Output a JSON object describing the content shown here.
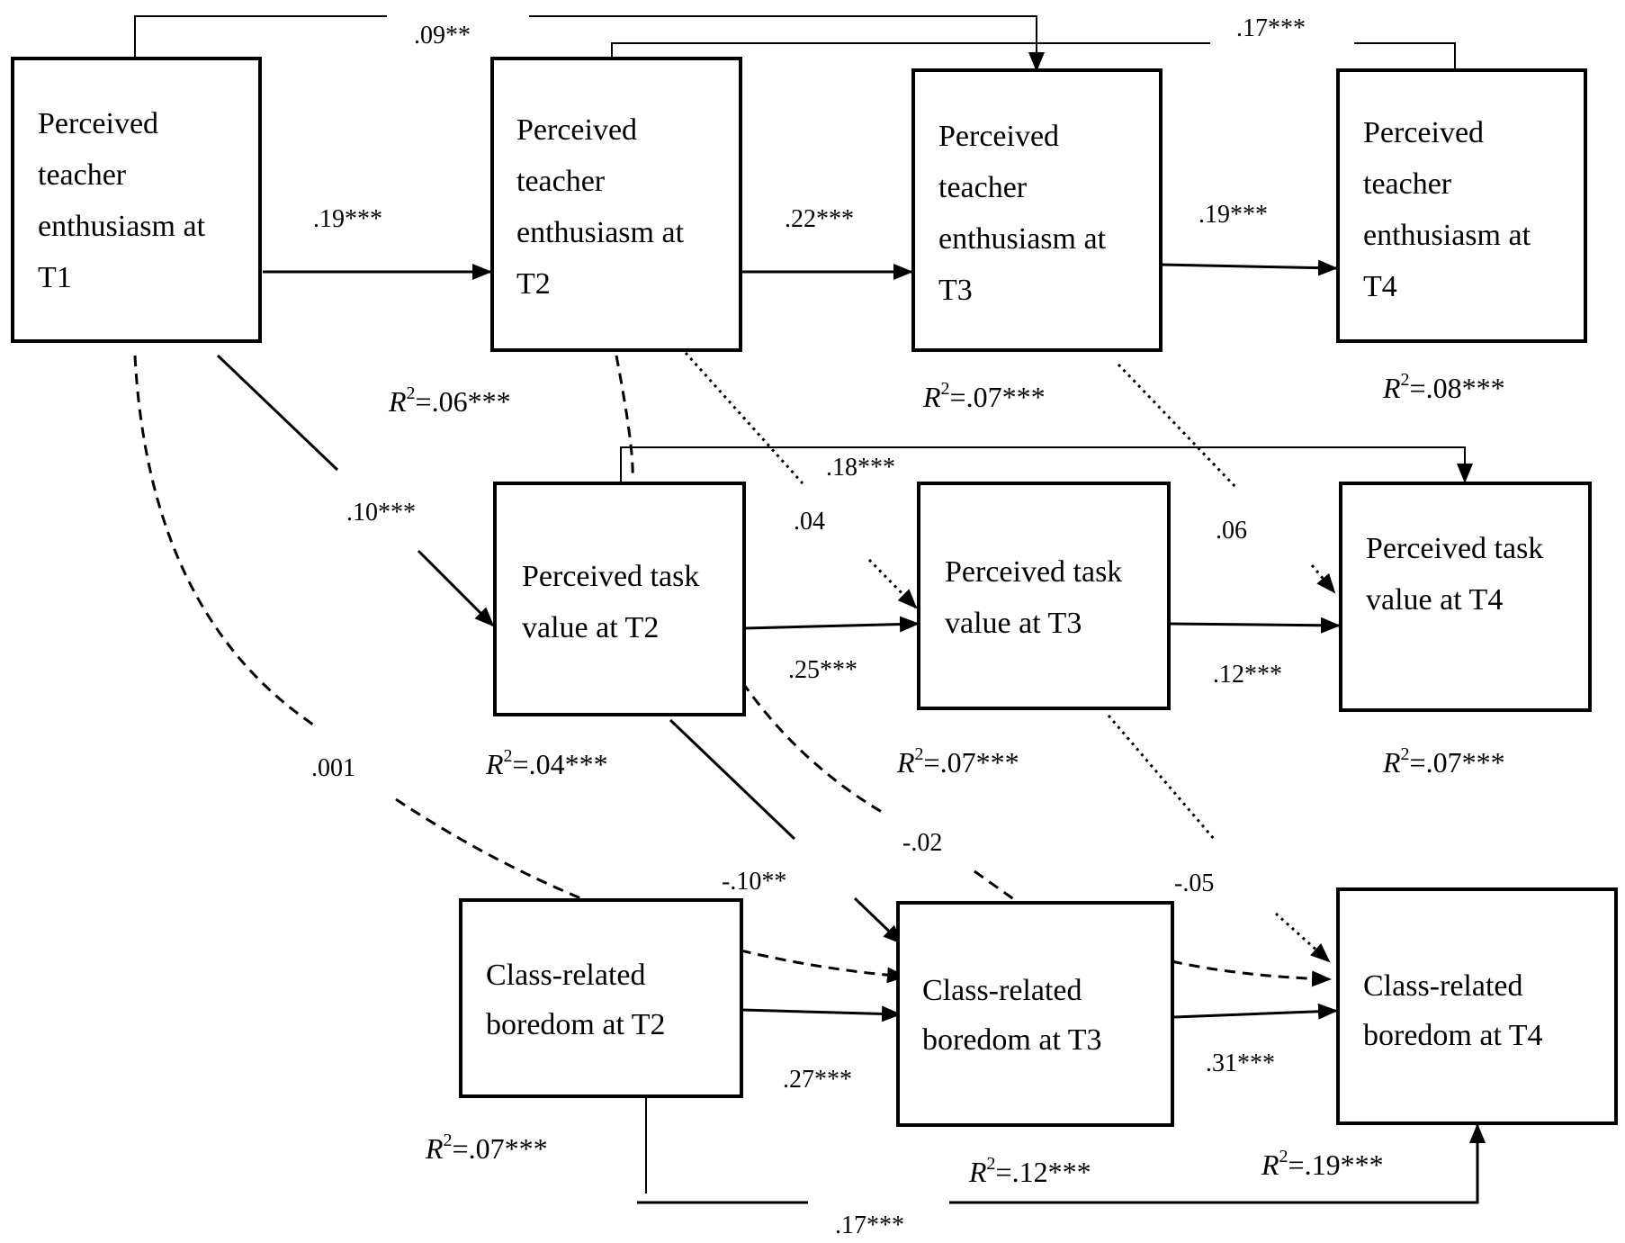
{
  "boxes": {
    "te_t1": [
      "Perceived",
      "teacher",
      "enthusiasm at",
      "T1"
    ],
    "te_t2": [
      "Perceived",
      "teacher",
      "enthusiasm at",
      "T2"
    ],
    "te_t3": [
      "Perceived",
      "teacher",
      "enthusiasm at",
      "T3"
    ],
    "te_t4": [
      "Perceived",
      "teacher",
      "enthusiasm at",
      "T4"
    ],
    "tv_t2": [
      "Perceived task",
      "value at T2"
    ],
    "tv_t3": [
      "Perceived task",
      "value at T3"
    ],
    "tv_t4": [
      "Perceived task",
      "value at T4"
    ],
    "bo_t2": [
      "Class-related",
      "boredom at T2"
    ],
    "bo_t3": [
      "Class-related",
      "boredom at T3"
    ],
    "bo_t4": [
      "Class-related",
      "boredom at T4"
    ]
  },
  "coefficients": {
    "te_t1_te_t3": ".09**",
    "te_t2_te_t4": ".17***",
    "te_t1_te_t2": ".19***",
    "te_t2_te_t3": ".22***",
    "te_t3_te_t4": ".19***",
    "te_t1_tv_t2": ".10***",
    "tv_t2_tv_t4": ".18***",
    "te_t2_tv_t3": ".04",
    "te_t3_tv_t4": ".06",
    "tv_t2_tv_t3": ".25***",
    "tv_t3_tv_t4": ".12***",
    "te_t1_bo_t3": ".001",
    "tv_t2_bo_t3": "-.10**",
    "te_t2_bo_t4": "-.02",
    "tv_t3_bo_t4": "-.05",
    "bo_t2_bo_t3": ".27***",
    "bo_t3_bo_t4": ".31***",
    "bo_t2_bo_t4": ".17***"
  },
  "r_squared": {
    "symbol": "R",
    "superscript": "2",
    "te_t2": "=.06***",
    "te_t3": "=.07***",
    "te_t4": "=.08***",
    "tv_t2": "=.04***",
    "tv_t3": "=.07***",
    "tv_t4": "=.07***",
    "bo_t2": "=.07***",
    "bo_t3": "=.12***",
    "bo_t4": "=.19***"
  }
}
